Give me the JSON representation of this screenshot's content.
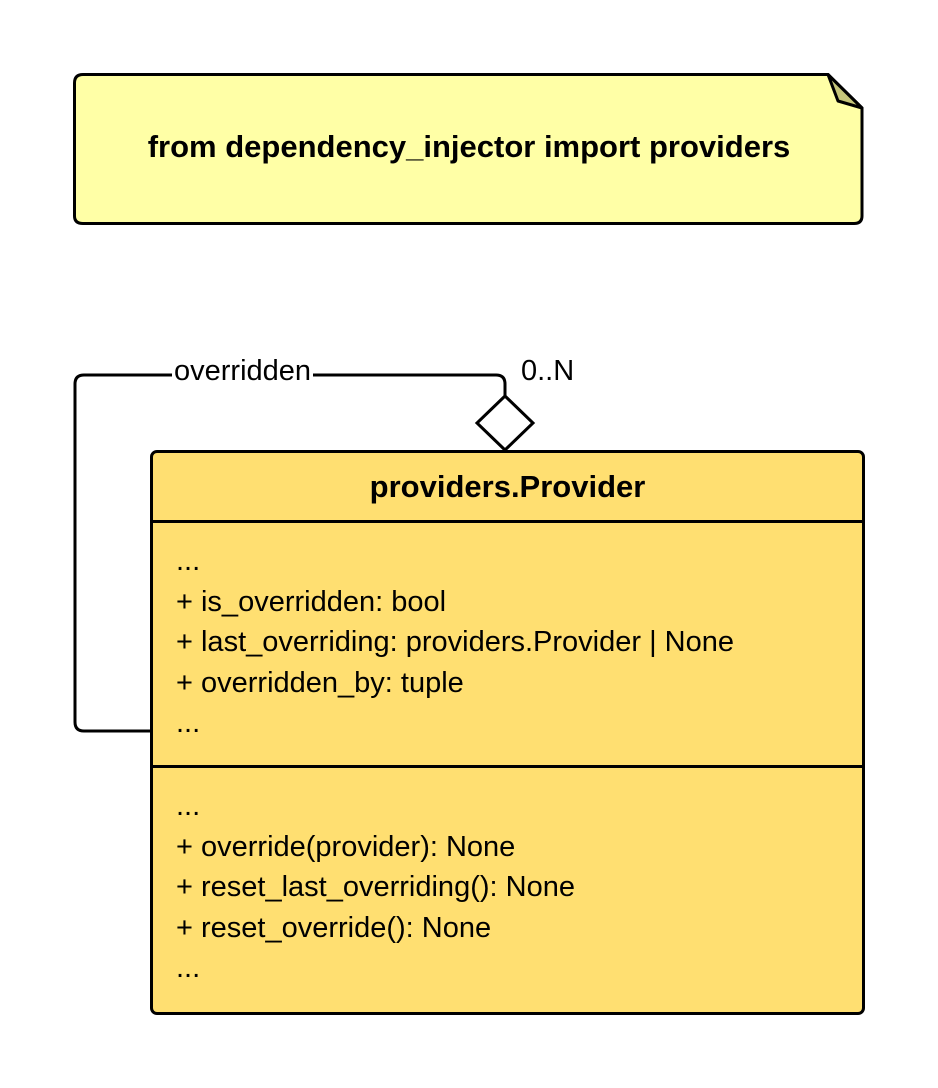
{
  "note": {
    "text": "from dependency_injector import providers"
  },
  "association": {
    "label": "overridden",
    "multiplicity": "0..N"
  },
  "class": {
    "name": "providers.Provider",
    "attributes": [
      "...",
      "+ is_overridden: bool",
      "+ last_overriding: providers.Provider | None",
      "+ overridden_by: tuple",
      "..."
    ],
    "methods": [
      "...",
      "+ override(provider): None",
      "+ reset_last_overriding(): None",
      "+ reset_override(): None",
      "..."
    ]
  },
  "colors": {
    "note_fill": "#ffffa6",
    "note_fold": "#c6c67a",
    "class_fill": "#ffdf71",
    "stroke": "#000000"
  }
}
